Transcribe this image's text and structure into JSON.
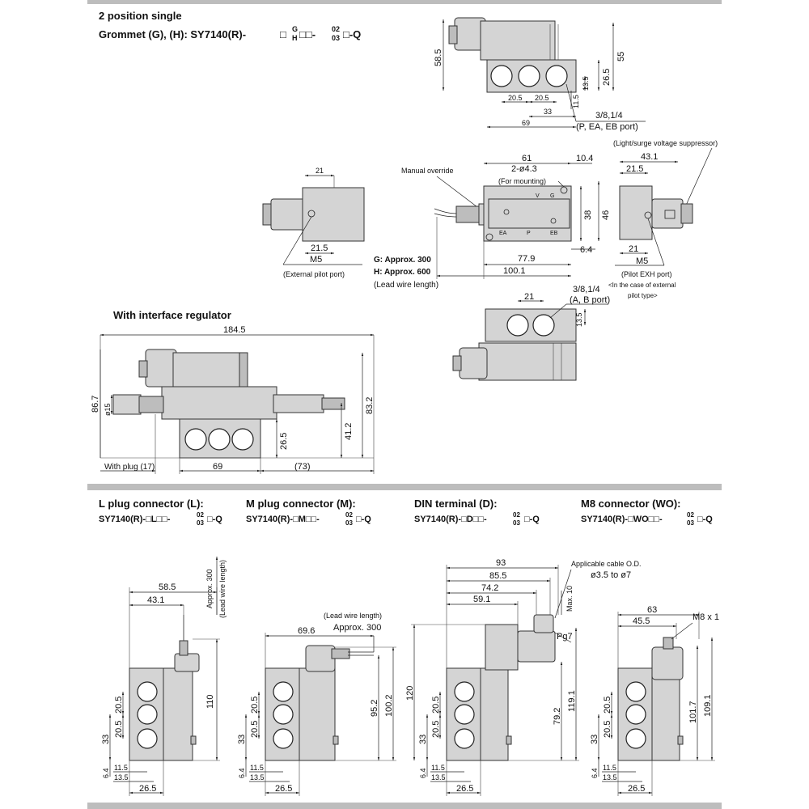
{
  "top": {
    "heading": "2 position single",
    "subheading_pre": "Grommet (G), (H): SY7140(R)-",
    "subheading_sq": "□",
    "sub_g": "G",
    "sub_h": "H",
    "subheading_mid": "□□-",
    "frac_top": "02",
    "frac_bot": "03",
    "subheading_end": "□-Q"
  },
  "front_view": {
    "dims": [
      "58.5",
      "55",
      "26.5",
      "13.5",
      "11.5",
      "20.5",
      "20.5",
      "33",
      "69"
    ],
    "port_label": "3/8,1/4",
    "port_sub": "(P, EA, EB port)"
  },
  "left_side": {
    "dims": [
      "21",
      "21.5"
    ],
    "m5": "M5",
    "caption": "(External pilot port)"
  },
  "plan": {
    "manual_override": "Manual override",
    "dims": [
      "61",
      "10.4",
      "38",
      "46",
      "6.4",
      "77.9",
      "100.1"
    ],
    "mounting": "2-ø4.3",
    "mounting_sub": "(For mounting)",
    "body_labels": [
      "EA",
      "P",
      "EB",
      "V",
      "G"
    ],
    "lead_g": "G: Approx. 300",
    "lead_h": "H: Approx. 600",
    "lead_caption": "(Lead wire length)"
  },
  "right_side": {
    "suppressor": "(Light/surge voltage suppressor)",
    "dims": [
      "43.1",
      "21.5",
      "21"
    ],
    "m5": "M5",
    "caption1": "(Pilot EXH port)",
    "caption2": "<In the case of external",
    "caption3": "pilot type>"
  },
  "ab_view": {
    "dims": [
      "21",
      "13.5"
    ],
    "port_label": "3/8,1/4",
    "port_sub": "(A, B port)"
  },
  "regulator": {
    "heading": "With interface regulator",
    "dims": [
      "184.5",
      "86.7",
      "ø15",
      "83.2",
      "41.2",
      "26.5",
      "69",
      "(73)"
    ],
    "plug": "With plug (17)"
  },
  "connectors": [
    {
      "title": "L plug connector (L):",
      "code_pre": "SY7140(R)-□L□□-",
      "code_end": "□-Q"
    },
    {
      "title": "M plug connector (M):",
      "code_pre": "SY7140(R)-□M□□-",
      "code_end": "□-Q"
    },
    {
      "title": "DIN terminal (D):",
      "code_pre": "SY7140(R)-□D□□-",
      "code_end": "□-Q"
    },
    {
      "title": "M8 connector (WO):",
      "code_pre": "SY7140(R)-□WO□□-",
      "code_end": "□-Q"
    }
  ],
  "l_plug": {
    "dims": [
      "58.5",
      "43.1",
      "110",
      "20.5",
      "20.5",
      "33",
      "6.4",
      "11.5",
      "13.5",
      "26.5"
    ],
    "lead1": "Approx. 300",
    "lead2": "(Lead wire length)"
  },
  "m_plug": {
    "dims": [
      "69.6",
      "95.2",
      "100.2",
      "20.5",
      "20.5",
      "33",
      "6.4",
      "11.5",
      "13.5",
      "26.5"
    ],
    "lead1": "(Lead wire length)",
    "lead2": "Approx. 300"
  },
  "din": {
    "dims": [
      "93",
      "85.5",
      "74.2",
      "59.1",
      "Max. 10",
      "120",
      "119.1",
      "79.2",
      "20.5",
      "20.5",
      "33",
      "6.4",
      "11.5",
      "13.5",
      "26.5"
    ],
    "cable": "Applicable cable O.D.",
    "cable_range": "ø3.5 to ø7",
    "pg": "Pg7"
  },
  "m8": {
    "dims": [
      "63",
      "45.5",
      "101.7",
      "109.1",
      "20.5",
      "20.5",
      "33",
      "6.4",
      "11.5",
      "13.5",
      "26.5"
    ],
    "m8x1": "M8 x 1"
  }
}
